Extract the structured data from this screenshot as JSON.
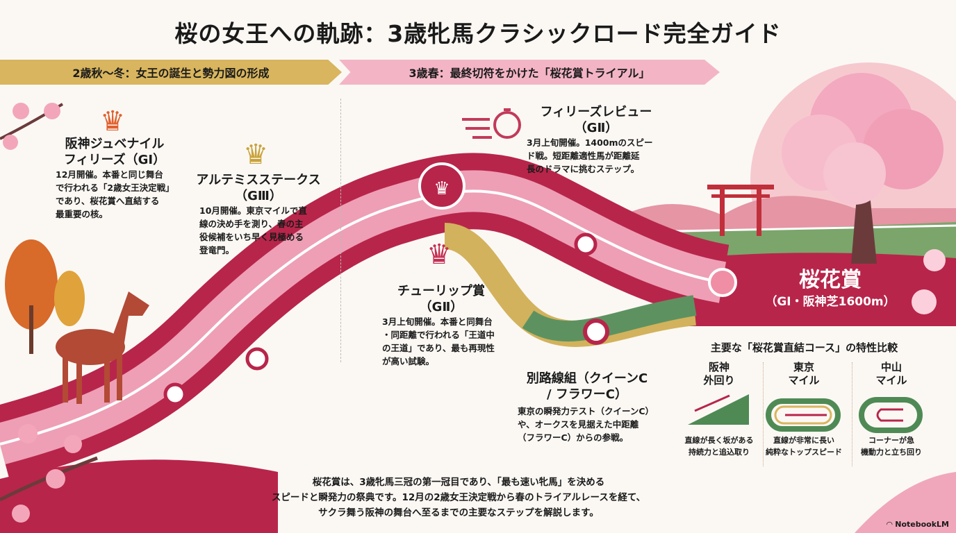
{
  "title": "桜の女王への軌跡：3歳牝馬クラシックロード完全ガイド",
  "phases": [
    {
      "label": "2歳秋〜冬：女王の誕生と勢力図の形成"
    },
    {
      "label": "3歳春：最終切符をかけた「桜花賞トライアル」"
    }
  ],
  "races": {
    "hanshin_jf": {
      "name_line1": "阪神ジュベナイル",
      "name_line2": "フィリーズ（GⅠ）",
      "desc": [
        "12月開催。本番と同じ舞台",
        "で行われる「2歳女王決定戦」",
        "であり、桜花賞へ直結する",
        "最重要の核。"
      ]
    },
    "artemis": {
      "name_line1": "アルテミスステークス",
      "name_line2": "（GⅢ）",
      "desc": [
        "10月開催。東京マイルで直",
        "線の決め手を測り、春の主",
        "役候補をいち早く見極める",
        "登竜門。"
      ]
    },
    "fillies_review": {
      "name_line1": "フィリーズレビュー",
      "name_line2": "（GⅡ）",
      "desc": [
        "3月上旬開催。1400mのスピー",
        "ド戦。短距離適性馬が距離延",
        "長のドラマに挑むステップ。"
      ]
    },
    "tulip": {
      "name_line1": "チューリップ賞",
      "name_line2": "（GⅡ）",
      "desc": [
        "3月上旬開催。本番と同舞台",
        "・同距離で行われる「王道中",
        "の王道」であり、最も再現性",
        "が高い試験。"
      ]
    },
    "alt_route": {
      "name_line1": "別路線組（クイーンC",
      "name_line2": "/ フラワーC）",
      "desc": [
        "東京の瞬発力テスト（クイーンC）",
        "や、オークスを見据えた中距離",
        "（フラワーC）からの参戦。"
      ]
    }
  },
  "goal": {
    "name": "桜花賞",
    "sub": "（GⅠ・阪神芝1600m）"
  },
  "comparison": {
    "title": "主要な「桜花賞直結コース」の特性比較",
    "columns": [
      {
        "name_line1": "阪神",
        "name_line2": "外回り",
        "desc": [
          "直線が長く坂がある",
          "持続力と追込取り"
        ]
      },
      {
        "name_line1": "東京",
        "name_line2": "マイル",
        "desc": [
          "直線が非常に長い",
          "純粋なトップスピード"
        ]
      },
      {
        "name_line1": "中山",
        "name_line2": "マイル",
        "desc": [
          "コーナーが急",
          "機動力と立ち回り"
        ]
      }
    ]
  },
  "summary": [
    "桜花賞は、3歳牝馬三冠の第一冠目であり、「最も速い牝馬」を決める",
    "スピードと瞬発力の祭典です。12月の2歳女王決定戦から春のトライアルレースを経て、",
    "サクラ舞う阪神の舞台へ至るまでの主要なステップを解説します。"
  ],
  "brand": "NotebookLM",
  "colors": {
    "crimson": "#b8254a",
    "pink": "#f0a7bb",
    "gold": "#d8b55e",
    "green": "#4f8a55"
  }
}
